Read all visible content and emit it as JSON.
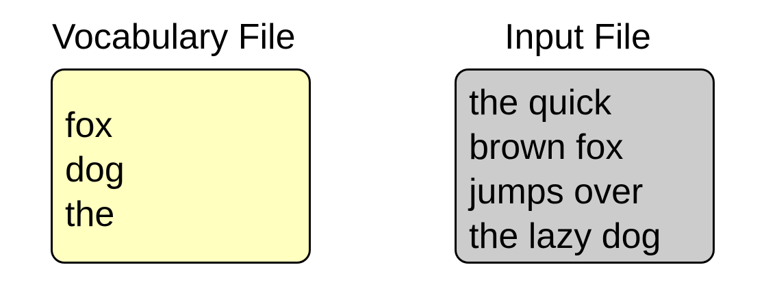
{
  "vocabulary_file": {
    "title": "Vocabulary File",
    "background": "#ffffc0",
    "lines": [
      "fox",
      "dog",
      "the"
    ]
  },
  "input_file": {
    "title": "Input File",
    "background": "#cccccc",
    "lines": [
      "the quick",
      "brown fox",
      "jumps over",
      "the lazy dog"
    ]
  }
}
